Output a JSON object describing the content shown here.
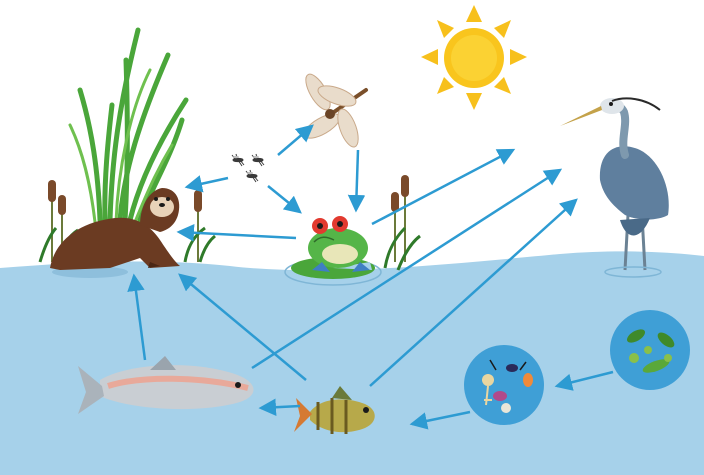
{
  "scene": {
    "organisms": [
      {
        "id": "sun",
        "icon": "sun-icon"
      },
      {
        "id": "reeds",
        "icon": "reed-grass-icon"
      },
      {
        "id": "otter",
        "icon": "otter-icon"
      },
      {
        "id": "mosquitoes",
        "icon": "mosquito-icon"
      },
      {
        "id": "dragonfly",
        "icon": "dragonfly-icon"
      },
      {
        "id": "frog",
        "icon": "frog-icon"
      },
      {
        "id": "heron",
        "icon": "heron-icon"
      },
      {
        "id": "salmon",
        "icon": "salmon-icon"
      },
      {
        "id": "perch",
        "icon": "perch-icon"
      },
      {
        "id": "zooplankton",
        "icon": "zooplankton-icon"
      },
      {
        "id": "phytoplankton",
        "icon": "phytoplankton-icon"
      }
    ],
    "links": [
      {
        "from": "mosquitoes",
        "to": "otter"
      },
      {
        "from": "mosquitoes",
        "to": "dragonfly"
      },
      {
        "from": "mosquitoes",
        "to": "frog"
      },
      {
        "from": "dragonfly",
        "to": "frog"
      },
      {
        "from": "frog",
        "to": "otter"
      },
      {
        "from": "frog",
        "to": "heron"
      },
      {
        "from": "salmon",
        "to": "otter"
      },
      {
        "from": "salmon",
        "to": "heron"
      },
      {
        "from": "perch",
        "to": "otter"
      },
      {
        "from": "perch",
        "to": "heron"
      },
      {
        "from": "perch",
        "to": "salmon"
      },
      {
        "from": "zooplankton",
        "to": "perch"
      },
      {
        "from": "phytoplankton",
        "to": "zooplankton"
      }
    ],
    "colors": {
      "water": "#a6d1ea",
      "arrow": "#2d9bd2",
      "sun": "#f7c01c",
      "grass": "#4aa63a",
      "plankton_bg": "#3f9fd6"
    }
  }
}
